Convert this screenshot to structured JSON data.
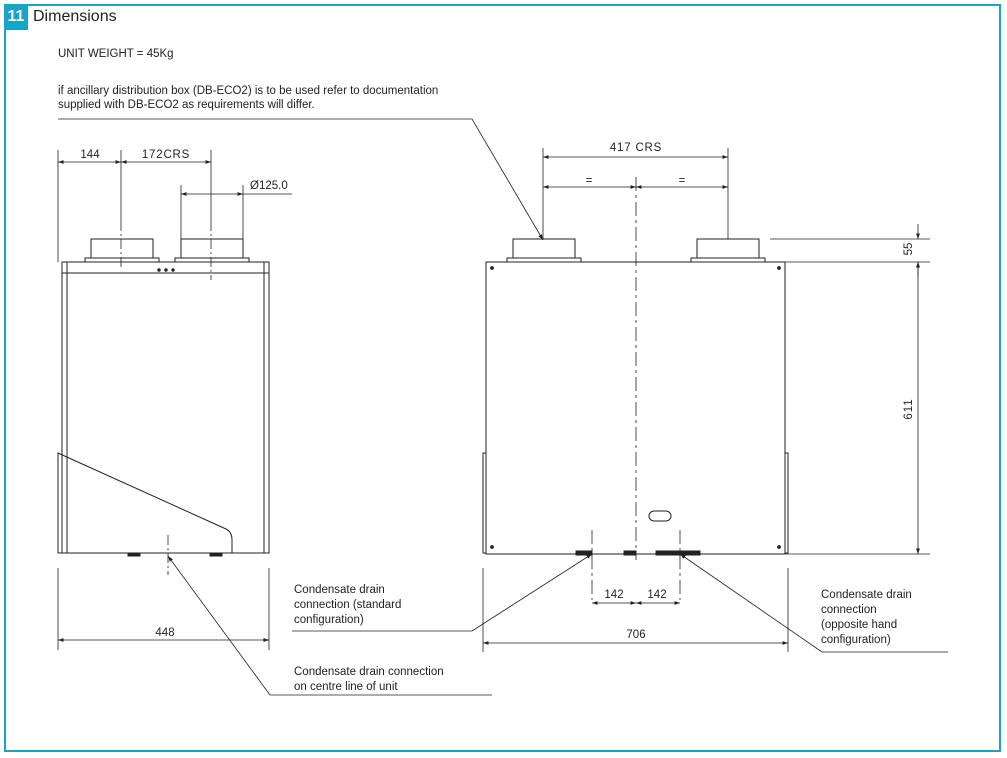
{
  "section": {
    "number": "11",
    "title": "Dimensions"
  },
  "unit_weight": "UNIT WEIGHT = 45Kg",
  "note": {
    "line1": "if ancillary distribution box (DB-ECO2) is to be used refer to documentation",
    "line2": "supplied with DB-ECO2 as requirements will differ."
  },
  "side_view": {
    "dim_144": "144",
    "dim_172crs": "172CRS",
    "dim_diameter": "Ø125.0",
    "dim_448": "448"
  },
  "front_view": {
    "dim_417crs": "417 CRS",
    "equal_left": "=",
    "equal_right": "=",
    "dim_55": "55",
    "dim_611": "611",
    "dim_142_left": "142",
    "dim_142_right": "142",
    "dim_706": "706"
  },
  "callouts": {
    "standard": [
      "Condensate drain",
      "connection (standard",
      "configuration)"
    ],
    "centre": [
      "Condensate drain connection",
      "on centre line of unit"
    ],
    "opposite": [
      "Condensate drain",
      "connection",
      "(opposite hand",
      "configuration)"
    ]
  },
  "colors": {
    "frame": "#1aa3c9",
    "line": "#222222"
  }
}
